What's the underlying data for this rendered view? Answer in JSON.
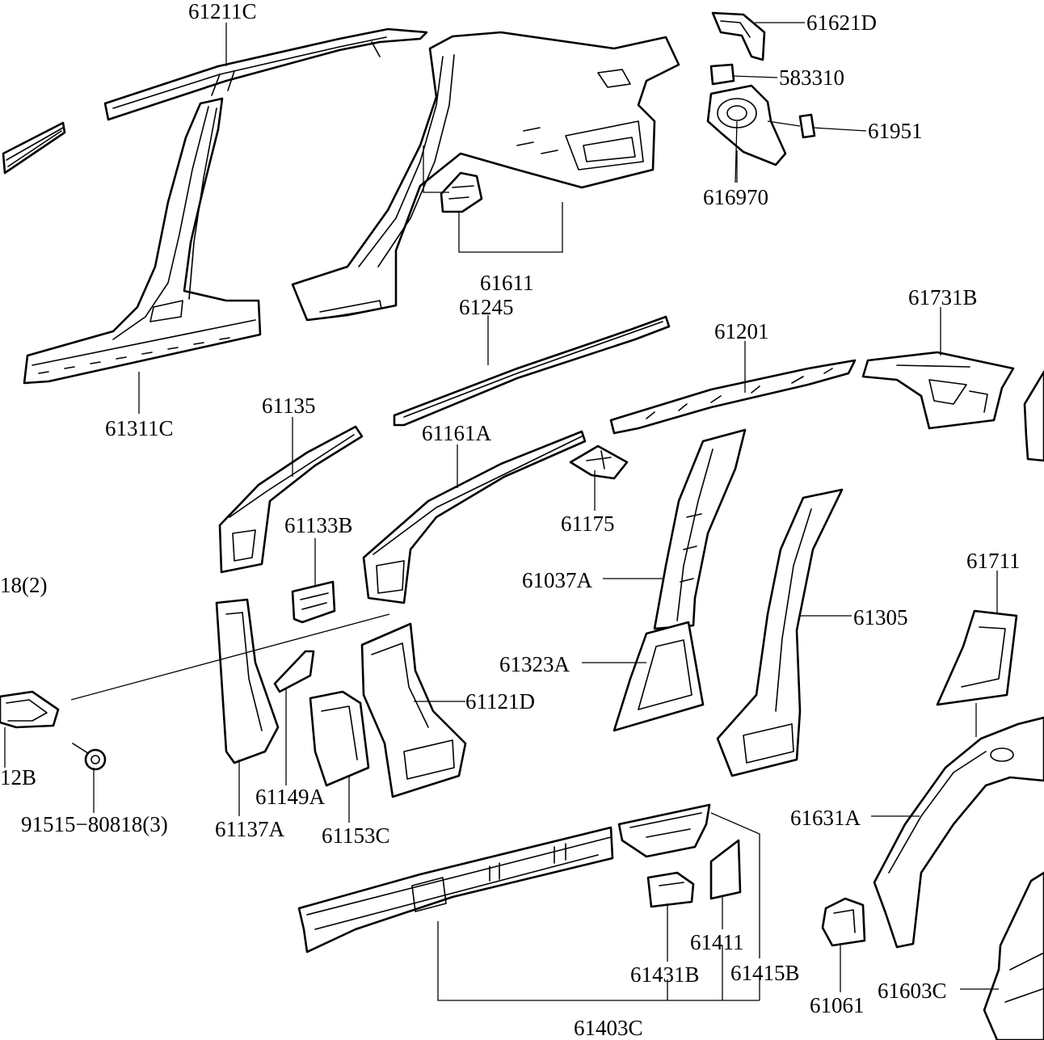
{
  "diagram": {
    "labels": [
      {
        "id": "l1",
        "text": "61211C"
      },
      {
        "id": "l2",
        "text": "61621D"
      },
      {
        "id": "l3",
        "text": "583310"
      },
      {
        "id": "l4",
        "text": "61951"
      },
      {
        "id": "l5",
        "text": "616970"
      },
      {
        "id": "l6",
        "text": "61611"
      },
      {
        "id": "l7",
        "text": "61245"
      },
      {
        "id": "l8",
        "text": "61201"
      },
      {
        "id": "l9",
        "text": "61731B"
      },
      {
        "id": "l10",
        "text": "61311C"
      },
      {
        "id": "l11",
        "text": "61135"
      },
      {
        "id": "l12",
        "text": "61161A"
      },
      {
        "id": "l13",
        "text": "61175"
      },
      {
        "id": "l14",
        "text": "61133B"
      },
      {
        "id": "l15",
        "text": "61037A"
      },
      {
        "id": "l16",
        "text": "61305"
      },
      {
        "id": "l17",
        "text": "61711"
      },
      {
        "id": "l18",
        "text": "18(2)"
      },
      {
        "id": "l19",
        "text": "61323A"
      },
      {
        "id": "l20",
        "text": "61121D"
      },
      {
        "id": "l21",
        "text": "12B"
      },
      {
        "id": "l22",
        "text": "61149A"
      },
      {
        "id": "l23",
        "text": "91515−80818(3)"
      },
      {
        "id": "l24",
        "text": "61137A"
      },
      {
        "id": "l25",
        "text": "61153C"
      },
      {
        "id": "l26",
        "text": "61631A"
      },
      {
        "id": "l27",
        "text": "61411"
      },
      {
        "id": "l28",
        "text": "61431B"
      },
      {
        "id": "l29",
        "text": "61415B"
      },
      {
        "id": "l30",
        "text": "61061"
      },
      {
        "id": "l31",
        "text": "61603C"
      },
      {
        "id": "l32",
        "text": "61403C"
      }
    ]
  }
}
